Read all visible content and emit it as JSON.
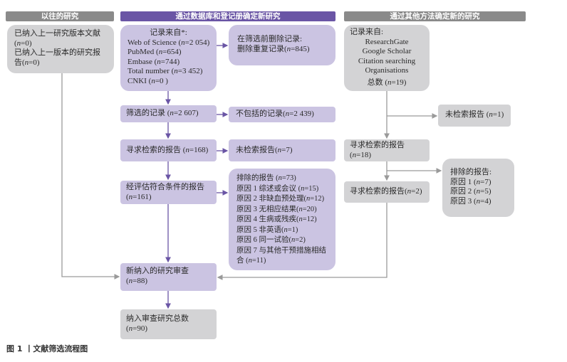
{
  "headers": {
    "previous": "以往的研究",
    "databases": "通过数据库和登记册确定新研究",
    "other": "通过其他方法确定新的研究"
  },
  "previous_box": {
    "lines": [
      "已纳入上一研究版本文献",
      "(n=0)",
      "已纳入上一版本的研究报",
      "告(n=0)"
    ]
  },
  "records_box": {
    "title": "记录来自*:",
    "lines": [
      "Web of Science (n=2 054)",
      "PubMed (n=654)",
      "Embase (n=744)",
      "Total number (n=3 452)",
      "CNKI (n=0 )"
    ]
  },
  "removed_box": {
    "lines": [
      "在筛选前删除记录:",
      "删除重复记录(n=845)"
    ]
  },
  "other_records_box": {
    "title": "记录来自:",
    "lines": [
      "ResearchGate",
      "Google Scholar",
      "Citation searching",
      "Organisations"
    ],
    "total": "总数 (n=19)"
  },
  "screened_box": {
    "text": "筛选的记录 (n=2 607)"
  },
  "excluded_records_box": {
    "text": "不包括的记录(n=2 439)"
  },
  "sought_box": {
    "text": "寻求检索的报告 (n=168)"
  },
  "not_retrieved_box": {
    "text": "未检索报告(n=7)"
  },
  "assessed_box": {
    "lines": [
      "经评估符合条件的报告",
      "(n=161)"
    ]
  },
  "excluded_reports_box": {
    "lines": [
      "排除的报告 (n=73)",
      "原因 1 综述或会议 (n=15)",
      "原因 2 非缺血预处理(n=12)",
      "原因 3 无相应结果(n=20)",
      "原因 4 生病或残疾(n=12)",
      "原因 5 非英语(n=1)",
      "原因 6 同一试验(n=2)",
      "原因 7 与其他干预措施相结",
      "合 (n=11)"
    ]
  },
  "other_not_retrieved_box": {
    "text": "未检索报告 (n=1)"
  },
  "other_sought_box": {
    "lines": [
      "寻求检索的报告",
      "(n=18)"
    ]
  },
  "other_assessed_box": {
    "text": "寻求检索的报告(n=2)"
  },
  "other_excluded_box": {
    "lines": [
      "排除的报告:",
      "原因 1 (n=7)",
      "原因 2 (n=5)",
      "原因 3 (n=4)"
    ]
  },
  "new_included_box": {
    "lines": [
      "新纳入的研究审查",
      "(n=88)"
    ]
  },
  "total_box": {
    "lines": [
      "纳入审查研究总数",
      "(n=90)"
    ]
  },
  "caption": "图 1 丨文献筛选流程图",
  "colors": {
    "purple_header": "#6a55a5",
    "purple_box": "#cbc4e2",
    "gray_header": "#8a8a8a",
    "gray_box": "#d3d3d5",
    "purple_arrow": "#6a55a5",
    "gray_arrow": "#9a9a9a"
  }
}
